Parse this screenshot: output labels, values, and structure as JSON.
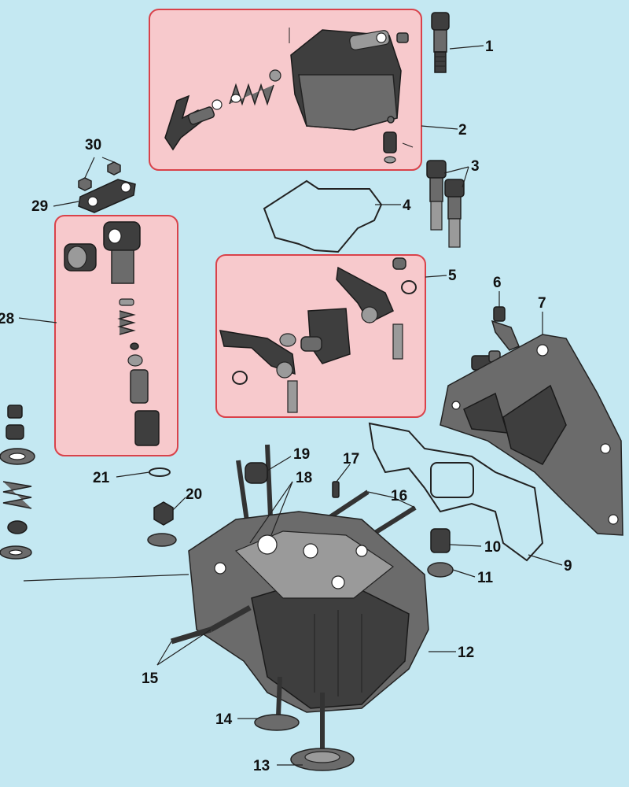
{
  "diagram": {
    "callouts": [
      "1",
      "2",
      "3",
      "4",
      "5",
      "6",
      "7",
      "9",
      "10",
      "11",
      "12",
      "13",
      "14",
      "15",
      "16",
      "17",
      "18",
      "19",
      "20",
      "21",
      "28",
      "29",
      "30"
    ],
    "colors": {
      "background": "#c4e8f2",
      "highlight_fill": "#f7c9cc",
      "highlight_stroke": "#d9424a",
      "part_gray": "#6b6b6b"
    }
  }
}
